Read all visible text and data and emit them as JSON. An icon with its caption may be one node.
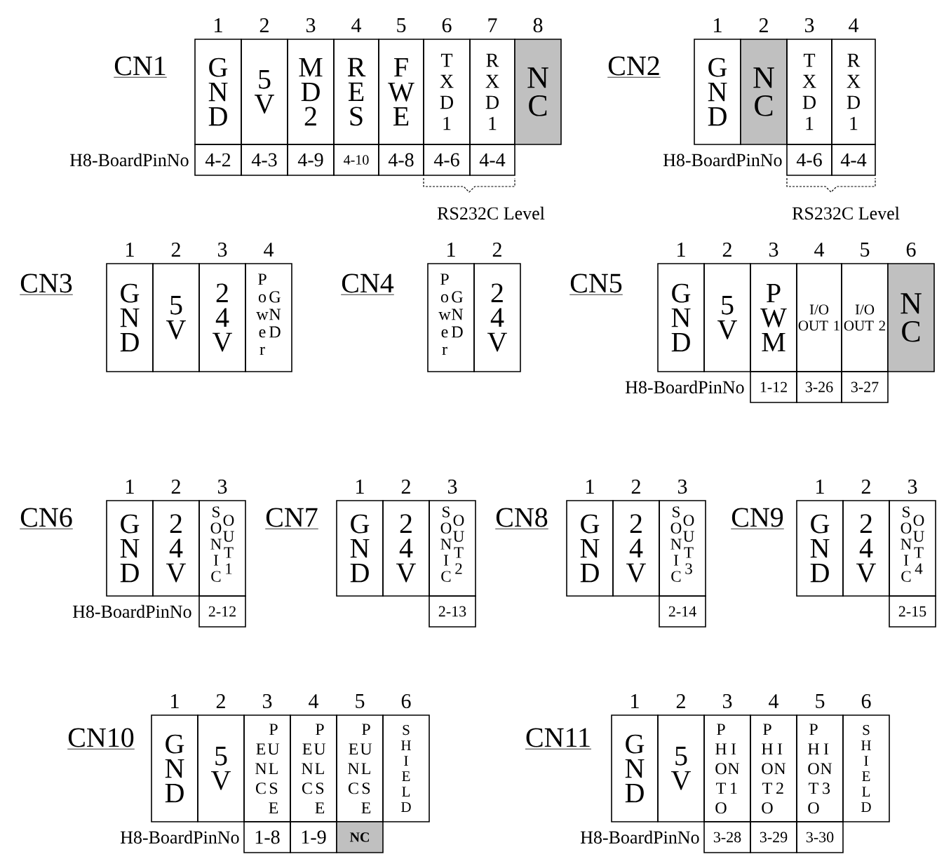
{
  "diagram": {
    "nodes": [
      {
        "text": [
          "CN1"
        ]
      },
      {
        "text": [
          "GND"
        ],
        "beside": [
          "1"
        ]
      },
      {
        "text": [
          "5V"
        ],
        "beside": [
          "2"
        ]
      },
      {
        "text": [
          "MD2"
        ],
        "beside": [
          "3"
        ]
      },
      {
        "text": [
          "RES"
        ],
        "beside": [
          "4"
        ]
      },
      {
        "text": [
          "FWE"
        ],
        "beside": [
          "5"
        ]
      },
      {
        "text": [
          "TXD1"
        ],
        "beside": [
          "6"
        ]
      },
      {
        "text": [
          "RXD1"
        ],
        "beside": [
          "7"
        ]
      },
      {
        "text": [
          "NC"
        ],
        "beside": [
          "8"
        ]
      },
      {
        "text": [
          "4-2"
        ]
      },
      {
        "text": [
          "4-3"
        ]
      },
      {
        "text": [
          "4-9"
        ]
      },
      {
        "text": [
          "4-10"
        ]
      },
      {
        "text": [
          "4-8"
        ]
      },
      {
        "text": [
          "4-6"
        ]
      },
      {
        "text": [
          "4-4"
        ]
      },
      {
        "text": [
          "CN2"
        ]
      },
      {
        "text": [
          "GND"
        ],
        "beside": [
          "1"
        ]
      },
      {
        "text": [
          "NC"
        ],
        "beside": [
          "2"
        ]
      },
      {
        "text": [
          "TXD1"
        ],
        "beside": [
          "3"
        ]
      },
      {
        "text": [
          "RXD1"
        ],
        "beside": [
          "4"
        ]
      },
      {
        "text": [
          "4-6"
        ]
      },
      {
        "text": [
          "4-4"
        ]
      },
      {
        "text": [
          "CN3"
        ]
      },
      {
        "text": [
          "GND"
        ],
        "beside": [
          "1"
        ]
      },
      {
        "text": [
          "5V"
        ],
        "beside": [
          "2"
        ]
      },
      {
        "text": [
          "24V"
        ],
        "beside": [
          "3"
        ]
      },
      {
        "text": [
          "Power",
          "GND"
        ],
        "beside": [
          "4"
        ]
      },
      {
        "text": [
          "CN4"
        ]
      },
      {
        "text": [
          "Power",
          "GND"
        ],
        "beside": [
          "1"
        ]
      },
      {
        "text": [
          "24V"
        ],
        "beside": [
          "2"
        ]
      },
      {
        "text": [
          "CN5"
        ]
      },
      {
        "text": [
          "GND"
        ],
        "beside": [
          "1"
        ]
      },
      {
        "text": [
          "5V"
        ],
        "beside": [
          "2"
        ]
      },
      {
        "text": [
          "PWM"
        ],
        "beside": [
          "3"
        ]
      },
      {
        "text": [
          "I/O OUT 1"
        ],
        "beside": [
          "4"
        ]
      },
      {
        "text": [
          "I/O OUT 2"
        ],
        "beside": [
          "5"
        ]
      },
      {
        "text": [
          "NC"
        ],
        "beside": [
          "6"
        ]
      },
      {
        "text": [
          "1-12"
        ]
      },
      {
        "text": [
          "3-26"
        ]
      },
      {
        "text": [
          "3-27"
        ]
      },
      {
        "text": [
          "CN6"
        ]
      },
      {
        "text": [
          "GND"
        ],
        "beside": [
          "1"
        ]
      },
      {
        "text": [
          "24V"
        ],
        "beside": [
          "2"
        ]
      },
      {
        "text": [
          "SONIC",
          "OUT1"
        ],
        "beside": [
          "3"
        ]
      },
      {
        "text": [
          "2-12"
        ]
      },
      {
        "text": [
          "CN7"
        ]
      },
      {
        "text": [
          "GND"
        ],
        "beside": [
          "1"
        ]
      },
      {
        "text": [
          "24V"
        ],
        "beside": [
          "2"
        ]
      },
      {
        "text": [
          "SONIC",
          "OUT2"
        ],
        "beside": [
          "3"
        ]
      },
      {
        "text": [
          "2-13"
        ]
      },
      {
        "text": [
          "CN8"
        ]
      },
      {
        "text": [
          "GND"
        ],
        "beside": [
          "1"
        ]
      },
      {
        "text": [
          "24V"
        ],
        "beside": [
          "2"
        ]
      },
      {
        "text": [
          "SONIC",
          "OUT3"
        ],
        "beside": [
          "3"
        ]
      },
      {
        "text": [
          "2-14"
        ]
      },
      {
        "text": [
          "CN9"
        ]
      },
      {
        "text": [
          "GND"
        ],
        "beside": [
          "1"
        ]
      },
      {
        "text": [
          "24V"
        ],
        "beside": [
          "2"
        ]
      },
      {
        "text": [
          "SONIC",
          "OUT4"
        ],
        "beside": [
          "3"
        ]
      },
      {
        "text": [
          "2-15"
        ]
      },
      {
        "text": [
          "CN10"
        ]
      },
      {
        "text": [
          "GND"
        ],
        "beside": [
          "1"
        ]
      },
      {
        "text": [
          "5V"
        ],
        "beside": [
          "2"
        ]
      },
      {
        "text": [
          "ENC",
          "PULSE"
        ],
        "beside": [
          "3"
        ]
      },
      {
        "text": [
          "ENC",
          "PULSE"
        ],
        "beside": [
          "4"
        ]
      },
      {
        "text": [
          "ENC",
          "PULSE"
        ],
        "beside": [
          "5"
        ]
      },
      {
        "text": [
          "SHIELD"
        ],
        "beside": [
          "6"
        ]
      },
      {
        "text": [
          "1-8"
        ]
      },
      {
        "text": [
          "1-9"
        ]
      },
      {
        "text": [
          "NC"
        ]
      },
      {
        "text": [
          "CN11"
        ]
      },
      {
        "text": [
          "GND"
        ],
        "beside": [
          "1"
        ]
      },
      {
        "text": [
          "5V"
        ],
        "beside": [
          "2"
        ]
      },
      {
        "text": [
          "PHOTO",
          "IN1"
        ],
        "beside": [
          "3"
        ]
      },
      {
        "text": [
          "PHOTO",
          "IN2"
        ],
        "beside": [
          "4"
        ]
      },
      {
        "text": [
          "PHOTO",
          "IN3"
        ],
        "beside": [
          "5"
        ]
      },
      {
        "text": [
          "SHIELD"
        ],
        "beside": [
          "6"
        ]
      },
      {
        "text": [
          "3-28"
        ]
      },
      {
        "text": [
          "3-29"
        ]
      },
      {
        "text": [
          "3-30"
        ]
      }
    ],
    "labels": [
      "H8-BoardPinNo",
      "H8-BoardPinNo",
      "RS232C Level",
      "RS232C Level",
      "H8-BoardPinNo",
      "H8-BoardPinNo",
      "H8-BoardPinNo",
      "H8-BoardPinNo"
    ]
  }
}
